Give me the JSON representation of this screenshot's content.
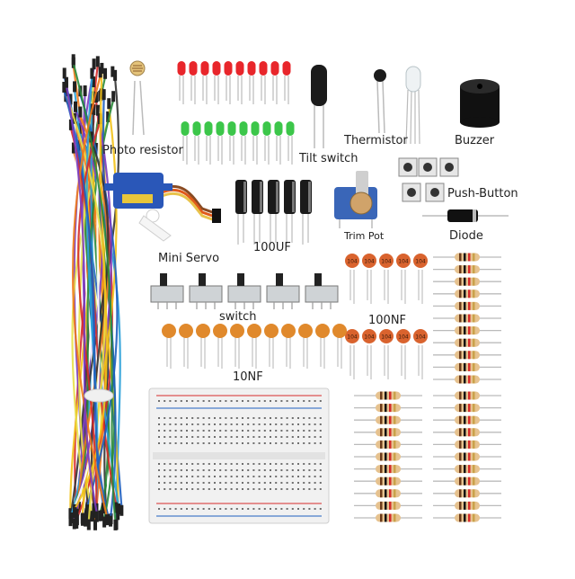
{
  "labels": {
    "photo_resistor": "Photo resistor",
    "tilt_switch": "Tilt switch",
    "thermistor": "Thermistor",
    "buzzer": "Buzzer",
    "push_button": "Push-Button",
    "trim_pot": "Trim Pot",
    "diode": "Diode",
    "cap_100uf": "100UF",
    "mini_servo": "Mini Servo",
    "switch": "switch",
    "cap_100nf": "100NF",
    "cap_10nf": "10NF"
  },
  "ceramic_cap_marking": "104",
  "colors": {
    "led_red": "#e8262b",
    "led_green": "#3cc64a",
    "ceramic": "#e0892c",
    "ceramic_small": "#d9632e",
    "electrolytic": "#1a1a1a",
    "servo_body": "#2a57b8",
    "breadboard": "#f1f1f1",
    "resistor_body": "#e6c28f"
  }
}
